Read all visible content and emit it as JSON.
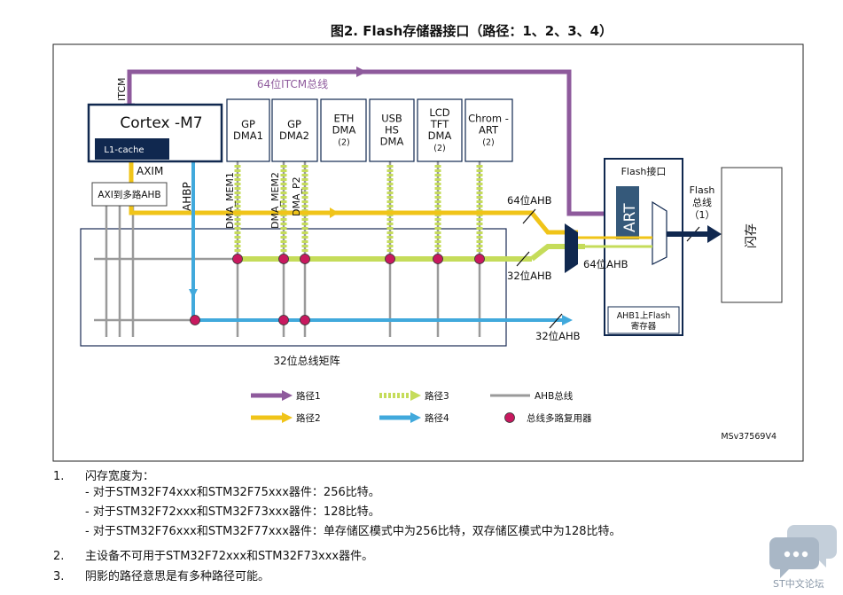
{
  "title": "图2. Flash存储器接口（路径：1、2、3、4）",
  "colors": {
    "path1": "#8e5a9c",
    "path2": "#f0c419",
    "path3": "#c5dc5a",
    "path4": "#41a9dc",
    "ahb": "#9a9a9a",
    "mux": "#c8195f",
    "navy": "#10284f"
  },
  "blocks": {
    "cortex": "Cortex -M7",
    "l1cache": "L1-cache",
    "axim": "AXIM",
    "axi_ahb": "AXI到多路AHB",
    "itcm": "ITCM",
    "ahbp": "AHBP",
    "masters": [
      {
        "lines": [
          "GP",
          "DMA1"
        ]
      },
      {
        "lines": [
          "GP",
          "DMA2"
        ]
      },
      {
        "lines": [
          "ETH",
          "DMA",
          "(2)"
        ]
      },
      {
        "lines": [
          "USB",
          "HS",
          "DMA"
        ]
      },
      {
        "lines": [
          "LCD",
          "TFT",
          "DMA",
          "(2)"
        ]
      },
      {
        "lines": [
          "Chrom -",
          "ART",
          "(2)"
        ]
      }
    ],
    "dma_mem1": "DMA_MEM1",
    "dma_mem2": "DMA_MEM2",
    "dma_p2": "DMA_P2",
    "flash_if": "Flash接口",
    "art": "ART",
    "ahb1_flash": [
      "AHB1上Flash",
      "寄存器"
    ],
    "flash_bus": [
      "Flash",
      "总线",
      "（1）"
    ],
    "flash_mem": "闪存",
    "matrix": "32位总线矩阵"
  },
  "bus_labels": {
    "itcm64": "64位ITCM总线",
    "ahb64_top": "64位AHB",
    "ahb64_right": "64位AHB",
    "ahb32_mid": "32位AHB",
    "ahb32_bottom": "32位AHB"
  },
  "legend": {
    "path1": "路径1",
    "path2": "路径2",
    "path3": "路径3",
    "path4": "路径4",
    "ahb": "AHB总线",
    "mux": "总线多路复用器"
  },
  "figure_id": "MSv37569V4",
  "notes": [
    {
      "num": "1.",
      "text": "闪存宽度为："
    },
    {
      "num": "2.",
      "text": "主设备不可用于STM32F72xxx和STM32F73xxx器件。"
    },
    {
      "num": "3.",
      "text": "阴影的路径意思是有多种路径可能。"
    }
  ],
  "note1_items": [
    "- 对于STM32F74xxx和STM32F75xxx器件：256比特。",
    "- 对于STM32F72xxx和STM32F73xxx器件：128比特。",
    "- 对于STM32F76xxx和STM32F77xxx器件：单存储区模式中为256比特，双存储区模式中为128比特。"
  ],
  "watermark": "ST中文论坛",
  "watermark_icon": "chat-bubbles-icon"
}
